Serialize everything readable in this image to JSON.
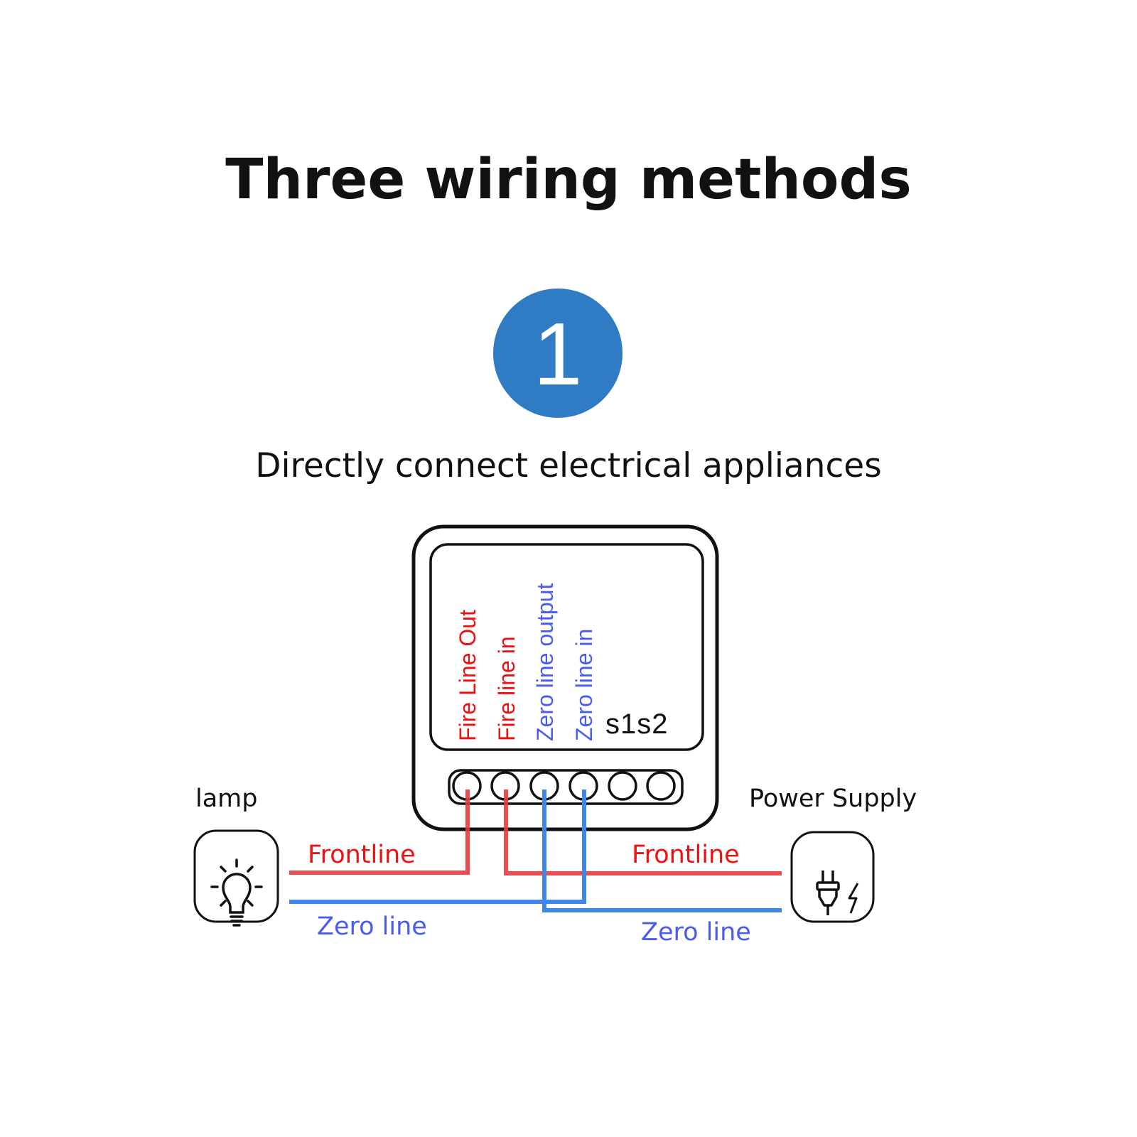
{
  "title": "Three wiring methods",
  "step": {
    "number": "1",
    "caption": "Directly connect electrical appliances"
  },
  "colors": {
    "badge": "#2f7bc4",
    "fire": "#e8383d",
    "fire_text": "#f01010",
    "zero": "#3f86e8",
    "zero_text": "#4a5cf0",
    "outline": "#111111"
  },
  "device": {
    "terminal_labels": [
      {
        "text": "Fire Line Out",
        "type": "fire"
      },
      {
        "text": "Fire line in",
        "type": "fire"
      },
      {
        "text": "Zero line output",
        "type": "zero"
      },
      {
        "text": "Zero line in",
        "type": "zero"
      }
    ],
    "switch_label": "s1s2",
    "terminal_count": 6
  },
  "lamp": {
    "label": "lamp",
    "icon": "light-bulb-icon"
  },
  "power_supply": {
    "label": "Power Supply",
    "icon": "plug-lightning-icon"
  },
  "wires": {
    "left_fire_label": "Frontline",
    "left_zero_label": "Zero line",
    "right_fire_label": "Frontline",
    "right_zero_label": "Zero line"
  }
}
